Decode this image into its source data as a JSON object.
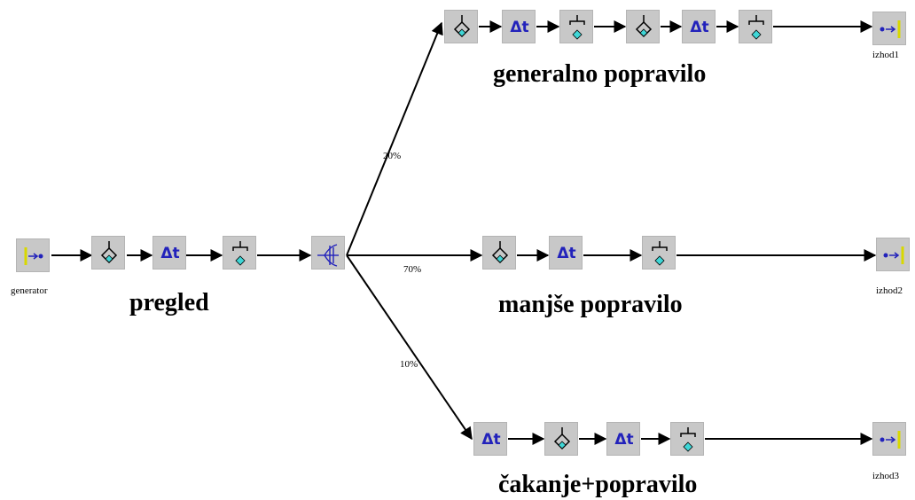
{
  "labels": {
    "generator": "generator",
    "izhod1": "izhod1",
    "izhod2": "izhod2",
    "izhod3": "izhod3",
    "pregled": "pregled",
    "generalno": "generalno popravilo",
    "manjse": "manjše popravilo",
    "cakanje": "čakanje+popravilo"
  },
  "branches": {
    "top": "20%",
    "middle": "70%",
    "bottom": "10%"
  },
  "icons": {
    "generator": "source-icon",
    "queue": "queue-diamond-icon",
    "delay": "delta-t-icon",
    "server": "server-diamond-icon",
    "splitter": "splitter-icon",
    "sink": "sink-icon"
  },
  "colors": {
    "node_bg": "#c8c8c8",
    "line": "#000000",
    "accent_blue": "#2222bb",
    "diamond_cyan": "#3fd6d6",
    "source_yellow": "#d8d800"
  }
}
